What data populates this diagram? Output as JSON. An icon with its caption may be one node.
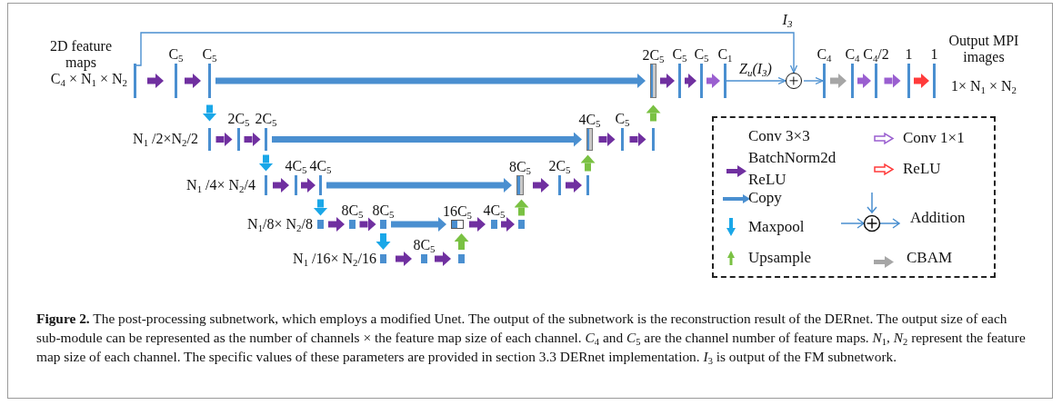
{
  "diagram": {
    "caption": "**Figure 2.** The post-processing subnetwork, which employs a modified Unet. The output of the subnetwork is the reconstruction result of the DERnet. The output size of each sub-module can be represented as the number of channels × the feature map size of each channel. *C*$_{4}$ and *C*$_{5}$ are the channel number of feature maps. *N*$_{1}$, *N*$_{2}$ represent the feature map size of each channel. The specific values of these parameters are provided in section 3.3 DERnet implementation. *I*$_{3}$ is output of the FM subnetwork.",
    "nodes": [
      {
        "text": [],
        "shape": "bar",
        "beside": [
          "2D feature maps",
          "C$_{4}$ × N$_{1}$ × N$_{2}$"
        ]
      },
      {
        "text": [
          "C$_{5}$"
        ]
      },
      {
        "text": [
          "C$_{5}$"
        ]
      },
      {
        "text": [
          "2C$_{5}$"
        ]
      },
      {
        "text": [
          "C$_{5}$"
        ]
      },
      {
        "text": [
          "C$_{5}$"
        ]
      },
      {
        "text": [
          "C$_{1}$"
        ]
      },
      {
        "text": [],
        "shape": "circle"
      },
      {
        "text": [
          "C$_{4}$"
        ]
      },
      {
        "text": [
          "C$_{4}$"
        ]
      },
      {
        "text": [
          "C$_{4}$/2"
        ]
      },
      {
        "text": [
          "1"
        ]
      },
      {
        "text": [
          "1"
        ],
        "beside": [
          "Output MPI images",
          "1× N$_{1}$ × N$_{2}$"
        ]
      },
      {
        "text": [],
        "shape": "bar"
      },
      {
        "text": [
          "2C$_{5}$"
        ]
      },
      {
        "text": [
          "2C$_{5}$"
        ]
      },
      {
        "text": [
          "4C$_{5}$"
        ]
      },
      {
        "text": [
          "C$_{5}$"
        ]
      },
      {
        "text": [],
        "shape": "bar"
      },
      {
        "text": [],
        "shape": "bar"
      },
      {
        "text": [
          "4C$_{5}$"
        ]
      },
      {
        "text": [
          "4C$_{5}$"
        ]
      },
      {
        "text": [
          "8C$_{5}$"
        ]
      },
      {
        "text": [
          "2C$_{5}$"
        ]
      },
      {
        "text": [],
        "shape": "bar"
      },
      {
        "text": [],
        "shape": "bar"
      },
      {
        "text": [
          "8C$_{5}$"
        ]
      },
      {
        "text": [
          "8C$_{5}$"
        ]
      },
      {
        "text": [
          "16C$_{5}$"
        ]
      },
      {
        "text": [
          "4C$_{5}$"
        ]
      },
      {
        "text": [],
        "shape": "bar"
      },
      {
        "text": [],
        "shape": "bar"
      },
      {
        "text": [
          "8C$_{5}$"
        ]
      },
      {
        "text": [],
        "shape": "bar"
      }
    ],
    "edges": [
      {
        "from": 0,
        "to": 1,
        "arrow": "to"
      },
      {
        "from": 1,
        "to": 2,
        "arrow": "to"
      },
      {
        "from": 2,
        "to": 3,
        "arrow": "to",
        "color": "#4a8fd0"
      },
      {
        "from": 3,
        "to": 4,
        "arrow": "to"
      },
      {
        "from": 4,
        "to": 5,
        "arrow": "to"
      },
      {
        "from": 5,
        "to": 6,
        "arrow": "to",
        "color": "#9a5fd0"
      },
      {
        "from": 6,
        "to": 7,
        "arrow": "to",
        "label": "Z$_{u}$(I$_{3}$)",
        "color": "#4a8fd0"
      },
      {
        "from": 0,
        "to": 7,
        "arrow": "to",
        "label": "I$_{3}$",
        "color": "#4a8fd0"
      },
      {
        "from": 7,
        "to": 8,
        "arrow": "to",
        "color": "#4a8fd0"
      },
      {
        "from": 8,
        "to": 9,
        "arrow": "to",
        "color": "#a6a6a6"
      },
      {
        "from": 9,
        "to": 10,
        "arrow": "to",
        "color": "#9a5fd0"
      },
      {
        "from": 10,
        "to": 11,
        "arrow": "to",
        "color": "#9a5fd0"
      },
      {
        "from": 11,
        "to": 12,
        "arrow": "to",
        "color": "#ff3b3b"
      },
      {
        "from": 2,
        "to": 13,
        "arrow": "to",
        "color": "#1aa7e8"
      },
      {
        "from": 13,
        "to": 14,
        "arrow": "to"
      },
      {
        "from": 14,
        "to": 15,
        "arrow": "to"
      },
      {
        "from": 15,
        "to": 16,
        "arrow": "to",
        "color": "#4a8fd0"
      },
      {
        "from": 16,
        "to": 17,
        "arrow": "to"
      },
      {
        "from": 17,
        "to": 18,
        "arrow": "to"
      },
      {
        "from": 18,
        "to": 3,
        "arrow": "to",
        "color": "#7ac143"
      },
      {
        "from": 15,
        "to": 19,
        "arrow": "to",
        "color": "#1aa7e8"
      },
      {
        "from": 19,
        "to": 20,
        "arrow": "to"
      },
      {
        "from": 20,
        "to": 21,
        "arrow": "to"
      },
      {
        "from": 21,
        "to": 22,
        "arrow": "to",
        "color": "#4a8fd0"
      },
      {
        "from": 22,
        "to": 23,
        "arrow": "to"
      },
      {
        "from": 23,
        "to": 24,
        "arrow": "to"
      },
      {
        "from": 24,
        "to": 16,
        "arrow": "to",
        "color": "#7ac143"
      },
      {
        "from": 21,
        "to": 25,
        "arrow": "to",
        "color": "#1aa7e8"
      },
      {
        "from": 25,
        "to": 26,
        "arrow": "to"
      },
      {
        "from": 26,
        "to": 27,
        "arrow": "to"
      },
      {
        "from": 27,
        "to": 28,
        "arrow": "to",
        "color": "#4a8fd0"
      },
      {
        "from": 28,
        "to": 29,
        "arrow": "to"
      },
      {
        "from": 29,
        "to": 30,
        "arrow": "to"
      },
      {
        "from": 30,
        "to": 22,
        "arrow": "to",
        "color": "#7ac143"
      },
      {
        "from": 27,
        "to": 31,
        "arrow": "to",
        "color": "#1aa7e8"
      },
      {
        "from": 31,
        "to": 32,
        "arrow": "to"
      },
      {
        "from": 32,
        "to": 33,
        "arrow": "to"
      },
      {
        "from": 33,
        "to": 28,
        "arrow": "to",
        "color": "#7ac143"
      }
    ],
    "labels": [
      "N$_{1}$ /2×N$_{2}$/2",
      "N$_{1}$ /4× N$_{2}$/4",
      "N$_{1}$/8× N$_{2}$/8",
      "N$_{1}$ /16× N$_{2}$/16"
    ],
    "legend": [
      {
        "text": "Conv 3×3 BatchNorm2d ReLU"
      },
      {
        "text": "Copy"
      },
      {
        "text": "Maxpool"
      },
      {
        "text": "Upsample"
      },
      {
        "text": "Conv 1×1"
      },
      {
        "text": "ReLU"
      },
      {
        "text": "Addition"
      },
      {
        "text": "CBAM"
      }
    ]
  }
}
